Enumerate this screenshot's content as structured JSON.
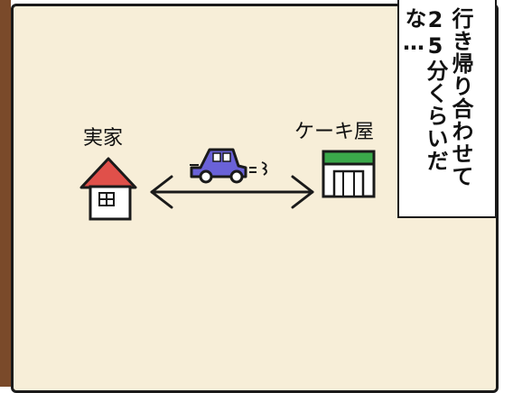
{
  "caption": {
    "column1": "行き帰り合わせて",
    "column2": "25分くらいだな…"
  },
  "labels": {
    "home": "実家",
    "cake_shop": "ケーキ屋"
  },
  "colors": {
    "panel_background": "#f7eed8",
    "roof": "#e0504a",
    "car": "#6a62d8",
    "shop_awning": "#3aa84a"
  }
}
